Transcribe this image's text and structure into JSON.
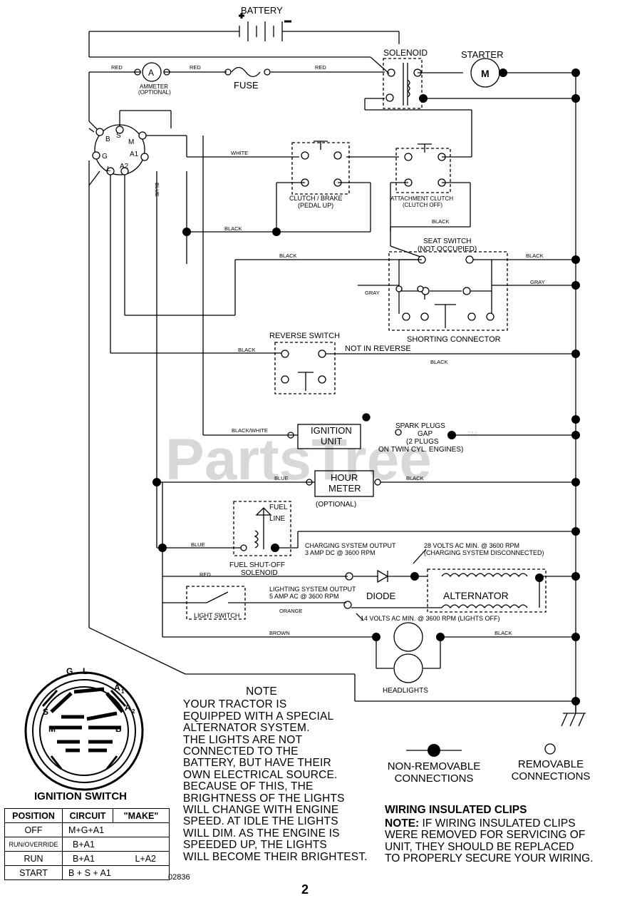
{
  "components": {
    "battery": "BATTERY",
    "battery_pos": "+",
    "battery_neg": "−",
    "solenoid": "SOLENOID",
    "starter": "STARTER",
    "starter_m": "M",
    "ammeter_a": "A",
    "ammeter": "AMMETER",
    "ammeter_opt": "(OPTIONAL)",
    "fuse": "FUSE",
    "clutch_brake": "CLUTCH / BRAKE",
    "clutch_brake_sub": "(PEDAL UP)",
    "attachment_clutch": "ATTACHMENT CLUTCH",
    "attachment_clutch_sub": "(CLUTCH OFF)",
    "seat_switch": "SEAT SWITCH",
    "seat_switch_sub": "(NOT OCCUPIED)",
    "shorting_connector": "SHORTING CONNECTOR",
    "reverse_switch": "REVERSE SWITCH",
    "not_in_reverse": "NOT IN REVERSE",
    "ignition_unit": [
      "IGNITION",
      "UNIT"
    ],
    "spark_plugs": [
      "SPARK PLUGS",
      "GAP",
      "(2 PLUGS",
      "ON TWIN CYL. ENGINES)"
    ],
    "hour_meter": [
      "HOUR",
      "METER"
    ],
    "hour_meter_opt": "(OPTIONAL)",
    "fuel_line": [
      "FUEL",
      "LINE"
    ],
    "fuel_solenoid": [
      "FUEL SHUT-OFF",
      "SOLENOID"
    ],
    "charging_output": [
      "CHARGING SYSTEM OUTPUT",
      "3 AMP DC @ 3600 RPM"
    ],
    "charging_ac": [
      "28 VOLTS AC MIN. @ 3600 RPM",
      "(CHARGING SYSTEM DISCONNECTED)"
    ],
    "lighting_output": [
      "LIGHTING SYSTEM OUTPUT",
      "5 AMP AC @ 3600 RPM"
    ],
    "diode": "DIODE",
    "alternator": "ALTERNATOR",
    "light_switch": "LIGHT SWITCH",
    "lights_ac": "14 VOLTS AC MIN. @ 3600 RPM (LIGHTS OFF)",
    "headlights": "HEADLIGHTS",
    "watermark": "PartsTree",
    "tm": "TM"
  },
  "switch_terminals": [
    "B",
    "S",
    "M",
    "G",
    "A1",
    "L",
    "A2"
  ],
  "ignition_diagram_labels": {
    "g": "G",
    "l": "L",
    "a1": "A",
    "a1sub": "1",
    "a2": "A",
    "a2sub": "2",
    "s": "S",
    "m": "M",
    "b": "B"
  },
  "wires": {
    "red": "RED",
    "white": "WHITE",
    "blue": "BLUE",
    "black": "BLACK",
    "gray": "GRAY",
    "black_white": "BLACK/WHITE",
    "orange": "ORANGE",
    "brown": "BROWN"
  },
  "note": {
    "title": "NOTE",
    "lines": [
      "YOUR TRACTOR IS",
      "EQUIPPED WITH A SPECIAL",
      "ALTERNATOR SYSTEM.",
      "THE LIGHTS ARE NOT",
      "CONNECTED TO THE",
      "BATTERY, BUT HAVE THEIR",
      "OWN ELECTRICAL SOURCE.",
      "BECAUSE OF THIS, THE",
      "BRIGHTNESS OF THE LIGHTS",
      "WILL CHANGE WITH ENGINE",
      "SPEED.  AT IDLE THE LIGHTS",
      "WILL DIM.  AS THE ENGINE IS",
      "SPEEDED UP, THE LIGHTS",
      "WILL BECOME THEIR BRIGHTEST."
    ]
  },
  "legend": {
    "non_removable": [
      "NON-REMOVABLE",
      "CONNECTIONS"
    ],
    "removable": [
      "REMOVABLE",
      "CONNECTIONS"
    ]
  },
  "clips": {
    "title": "WIRING INSULATED CLIPS",
    "note_label": "NOTE:",
    "lines": [
      " IF WIRING INSULATED CLIPS",
      "WERE REMOVED FOR SERVICING OF",
      " UNIT, THEY SHOULD BE REPLACED",
      "TO PROPERLY SECURE YOUR WIRING."
    ]
  },
  "ignition_switch": {
    "title": "IGNITION SWITCH",
    "headers": [
      "POSITION",
      "CIRCUIT",
      "\"MAKE\""
    ],
    "rows": [
      {
        "position": "OFF",
        "circuit": "M+G+A1",
        "extra": ""
      },
      {
        "position": "RUN/OVERRIDE",
        "circuit": "B+A1",
        "extra": ""
      },
      {
        "position": "RUN",
        "circuit": "B+A1",
        "extra": "L+A2"
      },
      {
        "position": "START",
        "circuit": "B + S + A1",
        "extra": ""
      }
    ]
  },
  "drawing_code": "02836",
  "page_number": "2"
}
